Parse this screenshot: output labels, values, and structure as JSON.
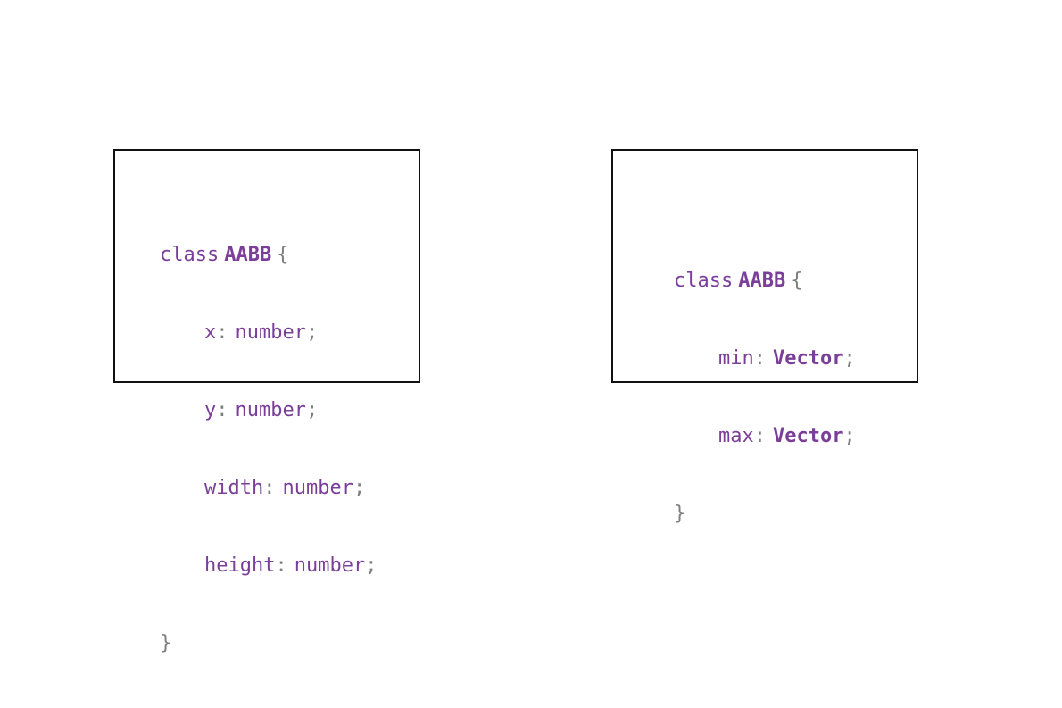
{
  "colors": {
    "accent": "#7b3f9a",
    "punctuation": "#7f7f7f",
    "border": "#111111"
  },
  "left_panel": {
    "keyword": "class",
    "class_name": "AABB",
    "open_brace": "{",
    "close_brace": "}",
    "fields": [
      {
        "name": "x",
        "colon": ":",
        "type": "number",
        "semi": ";"
      },
      {
        "name": "y",
        "colon": ":",
        "type": "number",
        "semi": ";"
      },
      {
        "name": "width",
        "colon": ":",
        "type": "number",
        "semi": ";"
      },
      {
        "name": "height",
        "colon": ":",
        "type": "number",
        "semi": ";"
      }
    ]
  },
  "right_panel": {
    "keyword": "class",
    "class_name": "AABB",
    "open_brace": "{",
    "close_brace": "}",
    "fields": [
      {
        "name": "min",
        "colon": ":",
        "type": "Vector",
        "semi": ";"
      },
      {
        "name": "max",
        "colon": ":",
        "type": "Vector",
        "semi": ";"
      }
    ]
  }
}
